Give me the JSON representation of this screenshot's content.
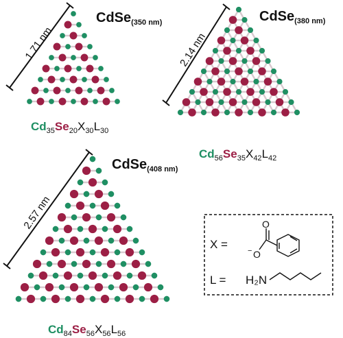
{
  "colors": {
    "cd": "#1f8f63",
    "se": "#9c1f45",
    "bond": "#d8c9cf",
    "text": "#111111"
  },
  "clusters": [
    {
      "title": "CdSe",
      "title_sub": "(350 nm)",
      "size_label": "1.71 nm",
      "formula": [
        {
          "text": "Cd",
          "sub": "35",
          "color": "cd"
        },
        {
          "text": "Se",
          "sub": "20",
          "color": "se"
        },
        {
          "text": "X",
          "sub": "30",
          "color": "text"
        },
        {
          "text": "L",
          "sub": "30",
          "color": "text"
        }
      ]
    },
    {
      "title": "CdSe",
      "title_sub": "(380 nm)",
      "size_label": "2.14 nm",
      "formula": [
        {
          "text": "Cd",
          "sub": "56",
          "color": "cd"
        },
        {
          "text": "Se",
          "sub": "35",
          "color": "se"
        },
        {
          "text": "X",
          "sub": "42",
          "color": "text"
        },
        {
          "text": "L",
          "sub": "42",
          "color": "text"
        }
      ]
    },
    {
      "title": "CdSe",
      "title_sub": "(408 nm)",
      "size_label": "2.57 nm",
      "formula": [
        {
          "text": "Cd",
          "sub": "84",
          "color": "cd"
        },
        {
          "text": "Se",
          "sub": "56",
          "color": "se"
        },
        {
          "text": "X",
          "sub": "56",
          "color": "text"
        },
        {
          "text": "L",
          "sub": "56",
          "color": "text"
        }
      ]
    }
  ],
  "legend": {
    "x_label": "X =",
    "l_label": "L =",
    "carboxylate_o_top": "O",
    "carboxylate_o_bottom": "O",
    "charge": "−",
    "amine_text": "H₂N"
  }
}
